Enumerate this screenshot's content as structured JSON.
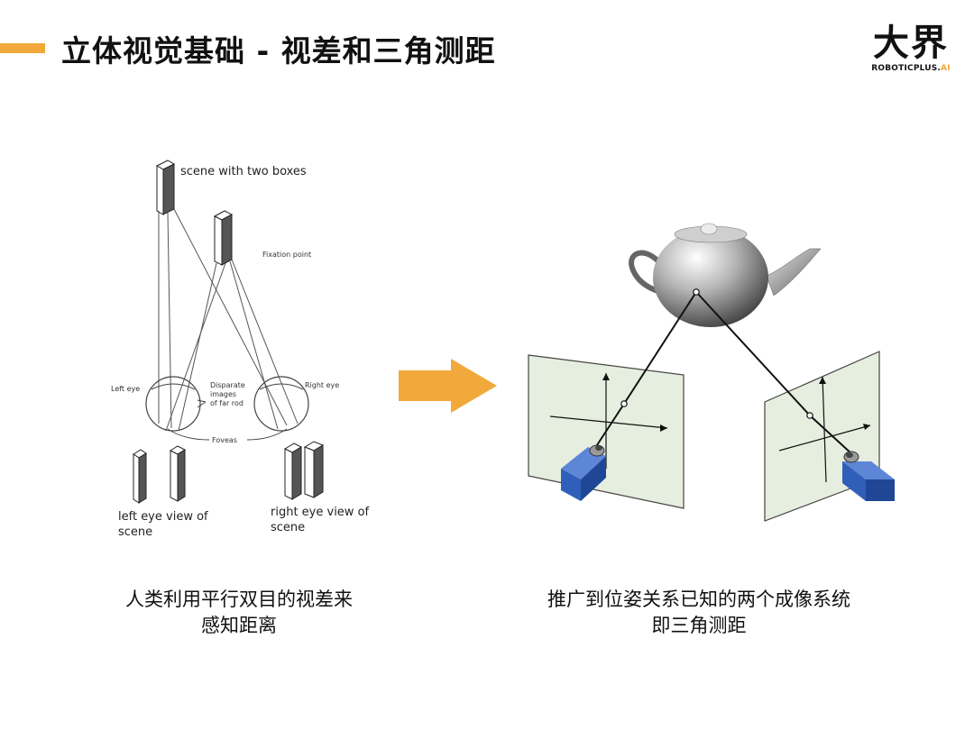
{
  "header": {
    "title": "立体视觉基础 - 视差和三角测距",
    "logo_cn": "大界",
    "logo_en_main": "ROBOTICPLUS.",
    "logo_en_accent": "AI"
  },
  "left_figure": {
    "scene_label": "scene with two boxes",
    "fixation_label": "Fixation point",
    "left_eye_label": "Left eye",
    "right_eye_label": "Right eye",
    "disparate_line1": "Disparate",
    "disparate_line2": "images",
    "disparate_line3": "of far rod",
    "foveas_label": "Foveas",
    "left_view_line1": "left eye view of",
    "left_view_line2": "scene",
    "right_view_line1": "right eye view of",
    "right_view_line2": "scene"
  },
  "captions": {
    "left_line1": "人类利用平行双目的视差来",
    "left_line2": "感知距离",
    "right_line1": "推广到位姿关系已知的两个成像系统",
    "right_line2": "即三角测距"
  },
  "colors": {
    "accent": "#f0a93a",
    "plane_fill": "#e6eedf",
    "camera_blue": "#2f5fb8"
  }
}
